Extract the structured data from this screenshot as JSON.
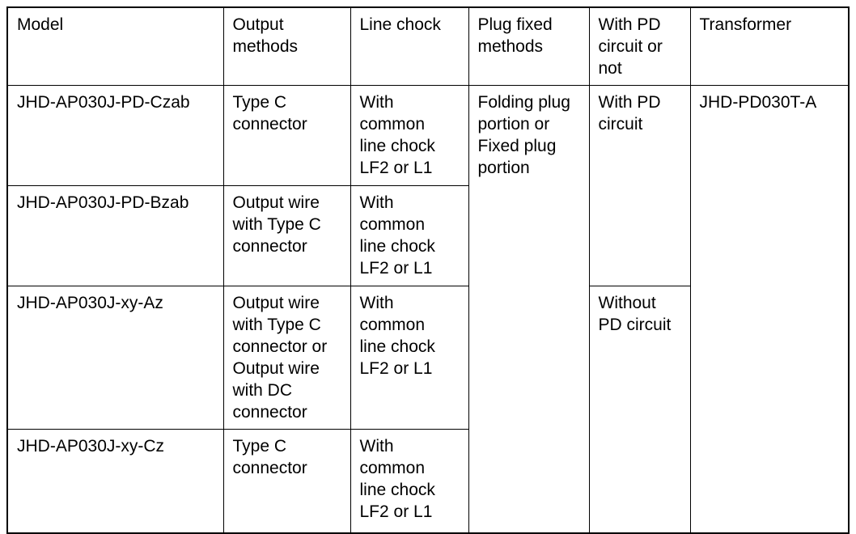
{
  "document": {
    "type": "specification-table",
    "background_color": "#ffffff",
    "text_color": "#000000",
    "border_color": "#000000"
  },
  "table": {
    "columns": [
      {
        "key": "model",
        "header": "Model"
      },
      {
        "key": "output",
        "header": "Output\nmethods"
      },
      {
        "key": "chock",
        "header": "Line chock"
      },
      {
        "key": "plug",
        "header": "Plug fixed\nmethods"
      },
      {
        "key": "pd",
        "header": "With PD\ncircuit or\nnot"
      },
      {
        "key": "transformer",
        "header": "Transformer"
      }
    ],
    "rows": [
      {
        "model": "JHD-AP030J-PD-Czab",
        "output": "Type C\nconnector",
        "chock": "With\ncommon\nline chock\nLF2 or L1",
        "plug": "Folding plug\nportion or\nFixed plug\nportion",
        "pd": "With PD\ncircuit",
        "transformer": "JHD-PD030T-A"
      },
      {
        "model": "JHD-AP030J-PD-Bzab",
        "output": "Output wire\nwith Type C\nconnector",
        "chock": "With\ncommon\nline chock\nLF2 or L1",
        "plug": null,
        "pd": null,
        "transformer": null
      },
      {
        "model": "JHD-AP030J-xy-Az",
        "output": "Output wire\nwith Type C\nconnector or\nOutput wire\nwith DC\nconnector",
        "chock": "With\ncommon\nline chock\nLF2 or L1",
        "plug": null,
        "pd": "Without\nPD circuit",
        "transformer": null
      },
      {
        "model": "JHD-AP030J-xy-Cz",
        "output": "Type C\nconnector",
        "chock": "With\ncommon\nline chock\nLF2 or L1",
        "plug": null,
        "pd": null,
        "transformer": null
      }
    ],
    "merged_cells": {
      "plug_fixed_methods": {
        "row": 0,
        "rowspan": 4
      },
      "with_pd_circuit": {
        "row": 0,
        "rowspan": 2
      },
      "without_pd_circuit": {
        "row": 2,
        "rowspan": 2
      },
      "transformer_value": {
        "row": 0,
        "rowspan": 4
      }
    }
  }
}
